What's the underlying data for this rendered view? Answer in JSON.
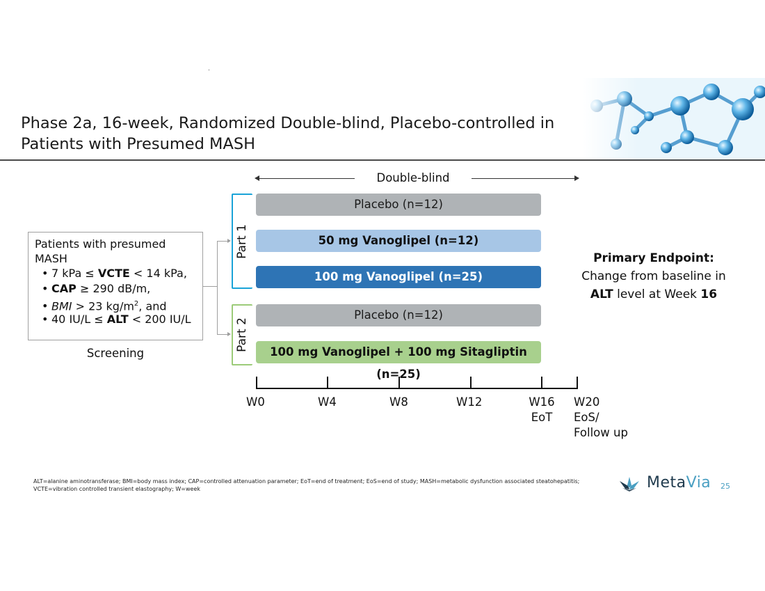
{
  "slide": {
    "title_line1": "Phase 2a, 16-week, Randomized Double-blind, Placebo-controlled in",
    "title_line2": "Patients with Presumed MASH",
    "page_number": "25"
  },
  "design": {
    "double_blind_label": "Double-blind",
    "screening": {
      "heading_line1": "Patients with presumed",
      "heading_line2": "MASH",
      "criteria": [
        {
          "pre": "7 kPa ≤ ",
          "bold": "VCTE",
          "post": " < 14 kPa,"
        },
        {
          "pre": "",
          "bold": "CAP",
          "post": " ≥ 290 dB/m,"
        },
        {
          "italic": "BMI",
          "post": " > 23 kg/m",
          "sup": "2",
          "post2": ", and"
        },
        {
          "pre": "40 IU/L ≤ ",
          "bold": "ALT",
          "post": " < 200 IU/L"
        }
      ],
      "label": "Screening"
    },
    "parts": [
      {
        "label": "Part 1",
        "color": "#1aa3d8"
      },
      {
        "label": "Part 2",
        "color": "#9ccb79"
      }
    ],
    "arms": [
      {
        "label": "Placebo (n=12)",
        "color": "#afb3b6"
      },
      {
        "label": "50 mg Vanoglipel (n=12)",
        "color": "#a7c6e6"
      },
      {
        "label": "100 mg Vanoglipel (n=25)",
        "color": "#2e74b5"
      },
      {
        "label": "Placebo (n=12)",
        "color": "#afb3b6"
      },
      {
        "label": "100 mg Vanoglipel + 100 mg Sitagliptin (n=25)",
        "color": "#a8d08d"
      }
    ],
    "timeline": [
      {
        "line1": "W0",
        "line2": "",
        "line3": ""
      },
      {
        "line1": "W4",
        "line2": "",
        "line3": ""
      },
      {
        "line1": "W8",
        "line2": "",
        "line3": ""
      },
      {
        "line1": "W12",
        "line2": "",
        "line3": ""
      },
      {
        "line1": "W16",
        "line2": "EoT",
        "line3": ""
      },
      {
        "line1": "W20",
        "line2": "EoS/",
        "line3": "Follow up"
      }
    ],
    "endpoint": {
      "title": "Primary Endpoint:",
      "line2": "Change from baseline in",
      "line3_bold1": "ALT",
      "line3_mid": " level at Week ",
      "line3_bold2": "16"
    }
  },
  "footer": {
    "footnote": "ALT=alanine aminotransferase; BMI=body mass index; CAP=controlled attenuation parameter; EoT=end of treatment; EoS=end of study; MASH=metabolic dysfunction associated steatohepatitis; VCTE=vibration controlled transient elastography; W=week",
    "logo_part1": "Meta",
    "logo_part2": "Via",
    "logo_color_dark": "#1f3a4d",
    "logo_color_accent": "#4a9fc2"
  }
}
